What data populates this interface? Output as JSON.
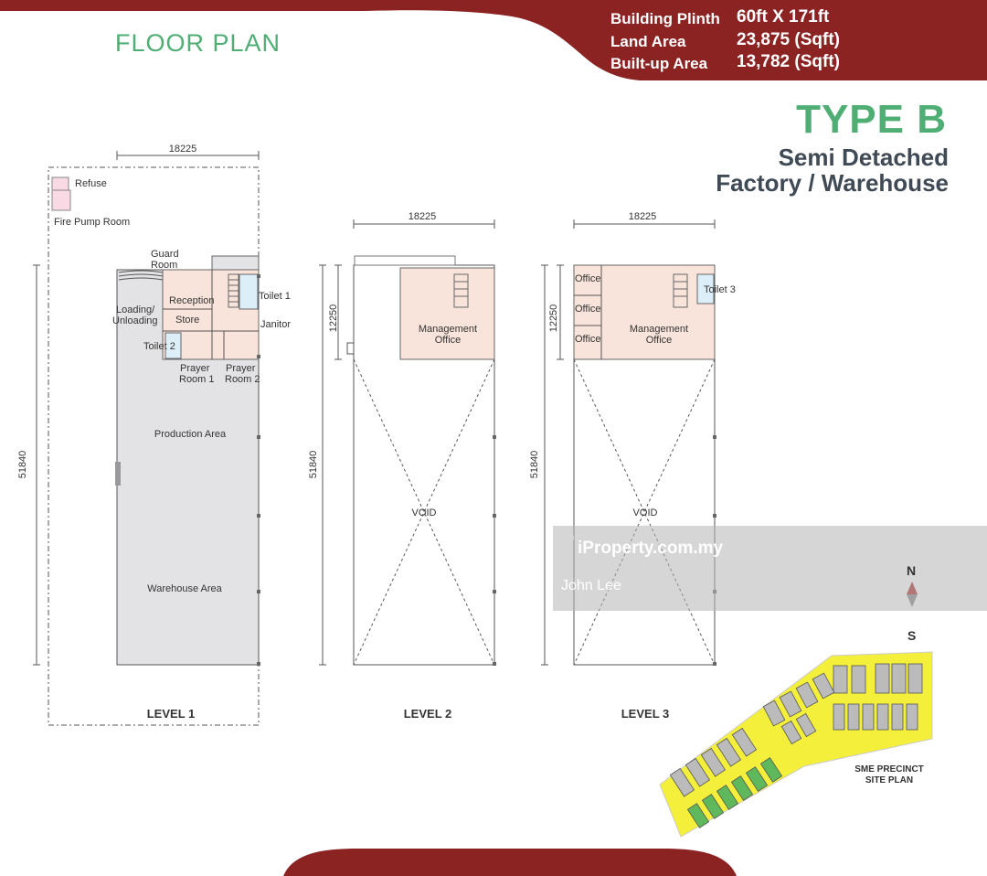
{
  "header": {
    "floor_plan_title": "FLOOR PLAN",
    "specs": [
      {
        "label": "Building Plinth",
        "value": "60ft X 171ft"
      },
      {
        "label": "Land Area",
        "value": "23,875 (Sqft)"
      },
      {
        "label": "Built-up Area",
        "value": "13,782 (Sqft)"
      }
    ]
  },
  "type": {
    "title": "TYPE B",
    "subtitle_line1": "Semi Detached",
    "subtitle_line2": "Factory / Warehouse"
  },
  "dimensions": {
    "width": "18225",
    "length": "51840",
    "office_depth": "12250"
  },
  "level1": {
    "label": "LEVEL 1",
    "rooms": {
      "refuse": "Refuse",
      "fire_pump": "Fire Pump Room",
      "guard_line1": "Guard",
      "guard_line2": "Room",
      "loading_line1": "Loading/",
      "loading_line2": "Unloading",
      "reception": "Reception",
      "store": "Store",
      "toilet1": "Toilet 1",
      "janitor": "Janitor",
      "toilet2": "Toilet 2",
      "prayer_line1": "Prayer",
      "prayer1_line2": "Room 1",
      "prayer2_line2": "Room 2",
      "production": "Production  Area",
      "warehouse": "Warehouse Area"
    }
  },
  "level2": {
    "label": "LEVEL 2",
    "management_line1": "Management",
    "management_line2": "Office",
    "void": "VOID"
  },
  "level3": {
    "label": "LEVEL 3",
    "office": "Office",
    "toilet3": "Toilet 3",
    "management_line1": "Management",
    "management_line2": "Office",
    "void": "VOID"
  },
  "watermark": {
    "brand": "iProperty.com.my",
    "agent": "John Lee"
  },
  "compass": {
    "north": "N",
    "south": "S"
  },
  "site_plan": {
    "label_line1": "SME PRECINCT",
    "label_line2": "SITE PLAN"
  },
  "colors": {
    "banner": "#8b2323",
    "accent_green": "#4fae74",
    "room_pink": "#f9e4dc",
    "floor_grey": "#e3e3e5",
    "toilet_blue": "#dceff8",
    "site_yellow": "#f3ef3a"
  }
}
